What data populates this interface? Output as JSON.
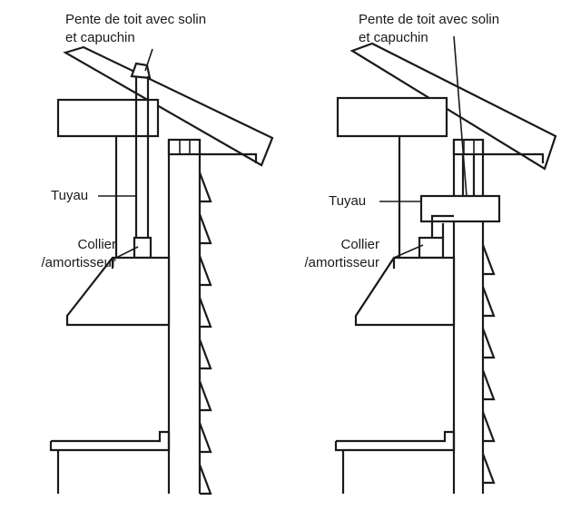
{
  "diagrams": [
    {
      "id": "left",
      "labels": {
        "roof": [
          "Pente de toit avec solin",
          "et capuchin"
        ],
        "pipe": "Tuyau",
        "collar": [
          "Collier",
          "/amortisseur"
        ]
      }
    },
    {
      "id": "right",
      "labels": {
        "roof": [
          "Pente de toit avec solin",
          "et capuchin"
        ],
        "pipe": "Tuyau",
        "collar": [
          "Collier",
          "/amortisseur"
        ]
      }
    }
  ]
}
